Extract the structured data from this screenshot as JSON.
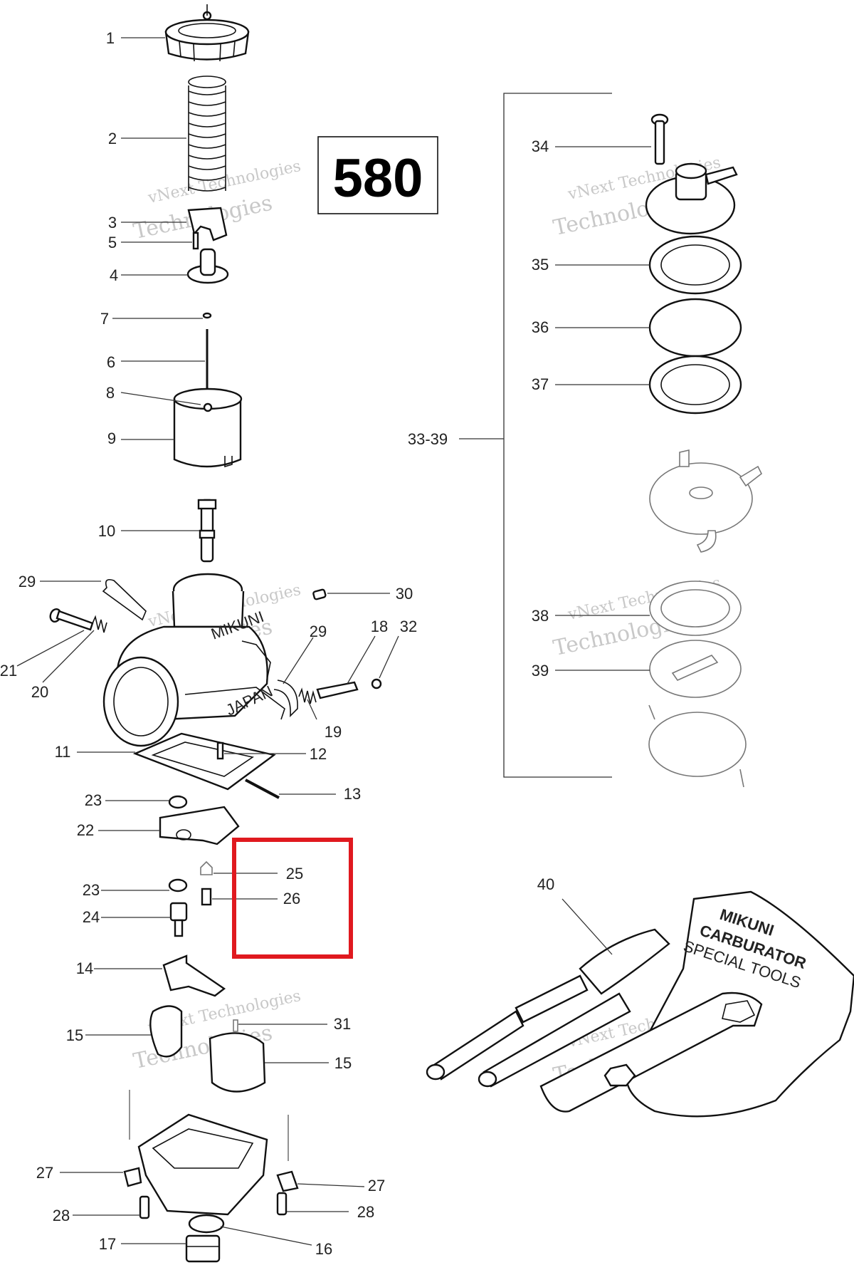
{
  "diagram_number": "580",
  "callouts": [
    {
      "id": "1",
      "text": "1"
    },
    {
      "id": "2",
      "text": "2"
    },
    {
      "id": "3",
      "text": "3"
    },
    {
      "id": "5",
      "text": "5"
    },
    {
      "id": "4",
      "text": "4"
    },
    {
      "id": "7",
      "text": "7"
    },
    {
      "id": "6",
      "text": "6"
    },
    {
      "id": "8",
      "text": "8"
    },
    {
      "id": "9",
      "text": "9"
    },
    {
      "id": "10",
      "text": "10"
    },
    {
      "id": "29a",
      "text": "29"
    },
    {
      "id": "30",
      "text": "30"
    },
    {
      "id": "29b",
      "text": "29"
    },
    {
      "id": "18",
      "text": "18"
    },
    {
      "id": "32",
      "text": "32"
    },
    {
      "id": "21",
      "text": "21"
    },
    {
      "id": "20",
      "text": "20"
    },
    {
      "id": "19",
      "text": "19"
    },
    {
      "id": "11",
      "text": "11"
    },
    {
      "id": "12",
      "text": "12"
    },
    {
      "id": "13",
      "text": "13"
    },
    {
      "id": "23a",
      "text": "23"
    },
    {
      "id": "22",
      "text": "22"
    },
    {
      "id": "25",
      "text": "25"
    },
    {
      "id": "26",
      "text": "26"
    },
    {
      "id": "23b",
      "text": "23"
    },
    {
      "id": "24",
      "text": "24"
    },
    {
      "id": "14",
      "text": "14"
    },
    {
      "id": "31",
      "text": "31"
    },
    {
      "id": "15a",
      "text": "15"
    },
    {
      "id": "15b",
      "text": "15"
    },
    {
      "id": "27a",
      "text": "27"
    },
    {
      "id": "27b",
      "text": "27"
    },
    {
      "id": "28a",
      "text": "28"
    },
    {
      "id": "28b",
      "text": "28"
    },
    {
      "id": "17",
      "text": "17"
    },
    {
      "id": "16",
      "text": "16"
    },
    {
      "id": "34",
      "text": "34"
    },
    {
      "id": "35",
      "text": "35"
    },
    {
      "id": "36",
      "text": "36"
    },
    {
      "id": "37",
      "text": "37"
    },
    {
      "id": "33-39",
      "text": "33-39"
    },
    {
      "id": "38",
      "text": "38"
    },
    {
      "id": "39",
      "text": "39"
    },
    {
      "id": "40",
      "text": "40"
    }
  ],
  "cast_marks": {
    "body_top": "MIKUNI",
    "body_side": "JAPAN"
  },
  "tool_kit_text": {
    "line1": "MIKUNI",
    "line2": "CARBURATOR",
    "line3": "SPECIAL TOOLS"
  },
  "watermarks": [
    {
      "line1": "vNext Technologies",
      "line2": "Technologies"
    },
    {
      "line1": "vNext Technologies",
      "line2": "Technologies"
    },
    {
      "line1": "vNext Technologies",
      "line2": "Technologies"
    },
    {
      "line1": "vNext Technologies",
      "line2": "Technologies"
    },
    {
      "line1": "vNext Technologies",
      "line2": "Technologies"
    },
    {
      "line1": "vNext Technologies",
      "line2": "Technologies"
    }
  ],
  "highlight": {
    "color": "#e0191f"
  }
}
